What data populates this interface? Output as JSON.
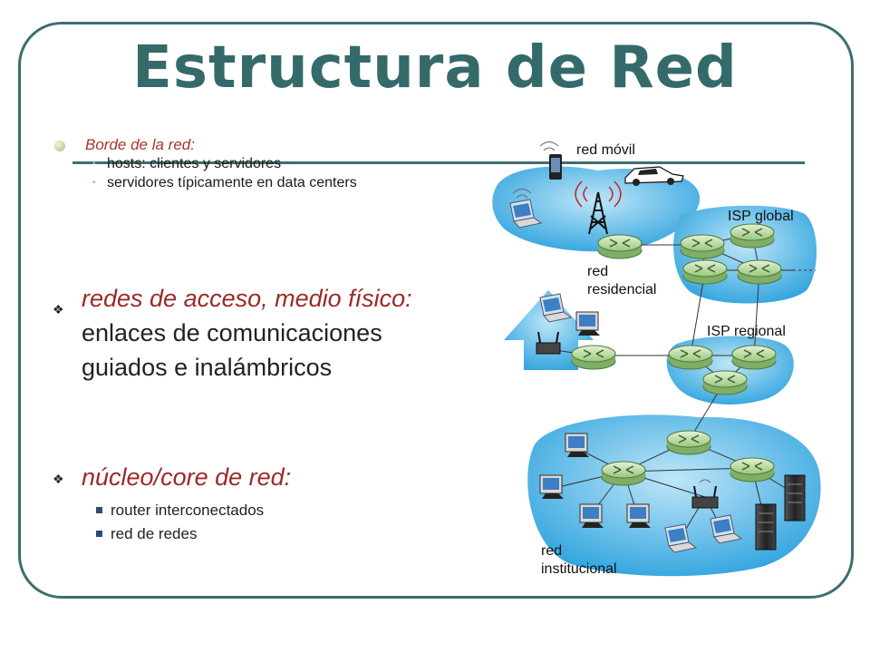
{
  "slide": {
    "title": "Estructura de Red",
    "edge": {
      "heading": "Borde de la red:",
      "items": [
        "hosts: clientes y servidores",
        "servidores típicamente en data centers"
      ]
    },
    "access": {
      "italic": "redes de acceso, medio físico:",
      "rest": " enlaces de comunicaciones guiados e inalámbricos"
    },
    "core": {
      "heading": "núcleo/core de red:",
      "items": [
        "router interconectados",
        "red de redes"
      ]
    }
  },
  "diagram": {
    "labels": {
      "mobile": "red móvil",
      "global_isp": "ISP global",
      "residential_1": "red",
      "residential_2": "residencial",
      "regional_isp": "ISP regional",
      "institutional_1": "red",
      "institutional_2": "institucional"
    }
  },
  "colors": {
    "frame": "#3e6e6e",
    "title": "#356a6a",
    "accent_italic": "#9b2a2a",
    "network_blue": "#2fa3de",
    "router": "#b9dba0"
  }
}
